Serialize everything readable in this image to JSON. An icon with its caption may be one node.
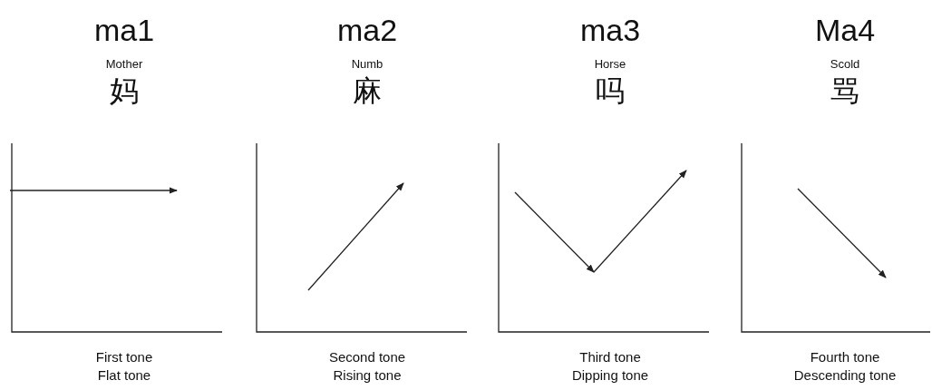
{
  "diagram": {
    "labels": [
      "ma1",
      "ma2",
      "ma3",
      "Ma4",
      "Mother",
      "Numb",
      "Horse",
      "Scold",
      "妈",
      "麻",
      "吗",
      "骂",
      "First tone",
      "Second tone",
      "Third tone",
      "Fourth tone",
      "Flat tone",
      "Rising tone",
      "Dipping tone",
      "Descending tone"
    ]
  }
}
